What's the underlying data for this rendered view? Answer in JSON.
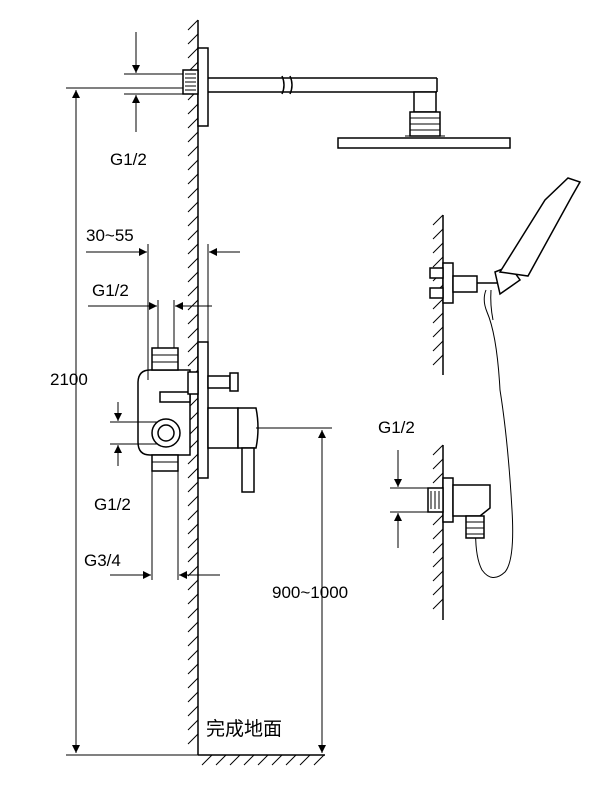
{
  "dimensions": {
    "arm_inlet_thread": "G1/2",
    "wall_depth": "30~55",
    "valve_outlet_thread": "G1/2",
    "total_height": "2100",
    "valve_inlet_thread": "G1/2",
    "supply_thread": "G3/4",
    "valve_height": "900~1000",
    "handshower_outlet_thread": "G1/2"
  },
  "labels": {
    "floor": "完成地面"
  }
}
